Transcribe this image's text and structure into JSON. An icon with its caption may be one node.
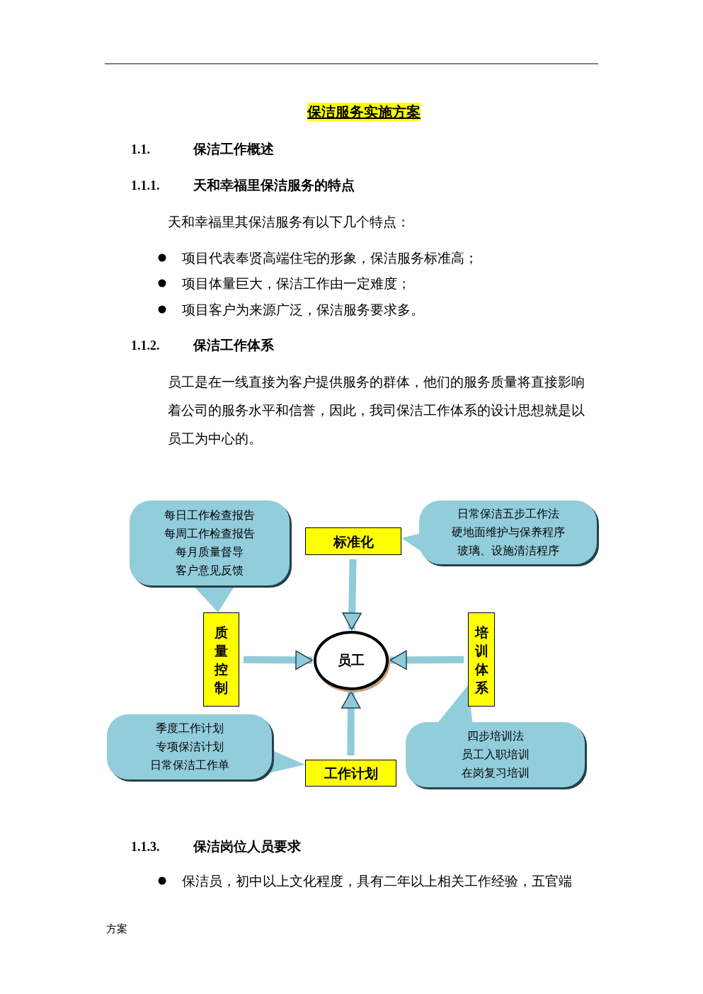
{
  "diagram": {
    "title": "保洁服务实施方案",
    "nodes": [
      {
        "text": [
          "每日工作检查报告",
          "每周工作检查报告",
          "每月质量督导",
          "客户意见反馈"
        ]
      },
      {
        "text": [
          "标准化"
        ]
      },
      {
        "text": [
          "日常保洁五步工作法",
          "硬地面维护与保养程序",
          "玻璃、设施清洁程序"
        ]
      },
      {
        "text": [
          "质量控制"
        ]
      },
      {
        "text": [
          "员工"
        ]
      },
      {
        "text": [
          "培训体系"
        ]
      },
      {
        "text": [
          "季度工作计划",
          "专项保洁计划",
          "日常保洁工作单"
        ]
      },
      {
        "text": [
          "工作计划"
        ]
      },
      {
        "text": [
          "四步培训法",
          "员工入职培训",
          "在岗复习培训"
        ]
      }
    ],
    "edges": [
      {
        "from": 1,
        "to": 4,
        "arrow": "to"
      },
      {
        "from": 3,
        "to": 4,
        "arrow": "to"
      },
      {
        "from": 5,
        "to": 4,
        "arrow": "to"
      },
      {
        "from": 7,
        "to": 4,
        "arrow": "to"
      }
    ],
    "labels": [
      "1.1.",
      "保洁工作概述",
      "1.1.1.",
      "天和幸福里保洁服务的特点",
      "天和幸福里其保洁服务有以下几个特点：",
      "项目代表奉贤高端住宅的形象，保洁服务标准高；",
      "项目体量巨大，保洁工作由一定难度；",
      "项目客户为来源广泛，保洁服务要求多。",
      "1.1.2.",
      "保洁工作体系",
      "员工是在一线直接为客户提供服务的群体，他们的服务质量将直接影响着公司的服务水平和信誉，因此，我司保洁工作体系的设计思想就是以员工为中心的。",
      "1.1.3.",
      "保洁岗位人员要求",
      "保洁员，初中以上文化程度，具有二年以上相关工作经验，五官端",
      "方案"
    ]
  }
}
